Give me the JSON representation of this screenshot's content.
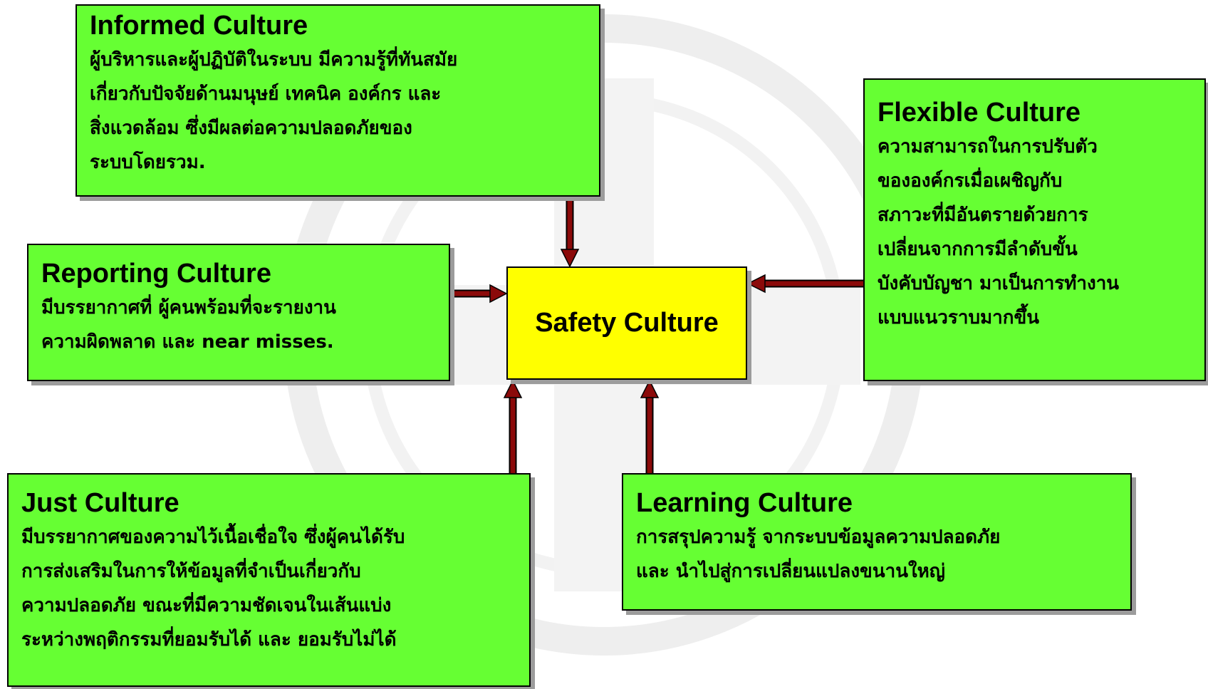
{
  "center": {
    "label": "Safety Culture"
  },
  "boxes": {
    "informed": {
      "title": "Informed Culture",
      "lines": [
        "ผู้บริหารและผู้ปฏิบัติในระบบ มีความรู้ที่ทันสมัย",
        "เกี่ยวกับปัจจัยด้านมนุษย์ เทคนิค องค์กร และ",
        "สิ่งแวดล้อม ซึ่งมีผลต่อความปลอดภัยของ",
        "ระบบโดยรวม."
      ]
    },
    "reporting": {
      "title": "Reporting Culture",
      "lines": [
        "มีบรรยากาศที่ ผู้คนพร้อมที่จะรายงาน",
        "ความผิดพลาด และ near misses."
      ]
    },
    "flexible": {
      "title": "Flexible Culture",
      "lines": [
        "ความสามารถในการปรับตัว",
        "ขององค์กรเมื่อเผชิญกับ",
        "สภาวะที่มีอันตรายด้วยการ",
        "เปลี่ยนจากการมีลำดับขั้น",
        "บังคับบัญชา มาเป็นการทำงาน",
        "แบบแนวราบมากขึ้น"
      ]
    },
    "just": {
      "title": "Just Culture",
      "lines": [
        "มีบรรยากาศของความไว้เนื้อเชื่อใจ ซึ่งผู้คนได้รับ",
        "การส่งเสริมในการให้ข้อมูลที่จำเป็นเกี่ยวกับ",
        "ความปลอดภัย ขณะที่มีความชัดเจนในเส้นแบ่ง",
        "ระหว่างพฤติกรรมที่ยอมรับได้ และ ยอมรับไม่ได้"
      ]
    },
    "learning": {
      "title": "Learning Culture",
      "lines": [
        "การสรุปความรู้ จากระบบข้อมูลความปลอดภัย",
        "และ นำไปสู่การเปลี่ยนแปลงขนานใหญ่"
      ]
    }
  },
  "colors": {
    "box_fill": "#66ff33",
    "center_fill": "#ffff00",
    "arrow": "#8b0a0a",
    "watermark": "#ececec"
  }
}
